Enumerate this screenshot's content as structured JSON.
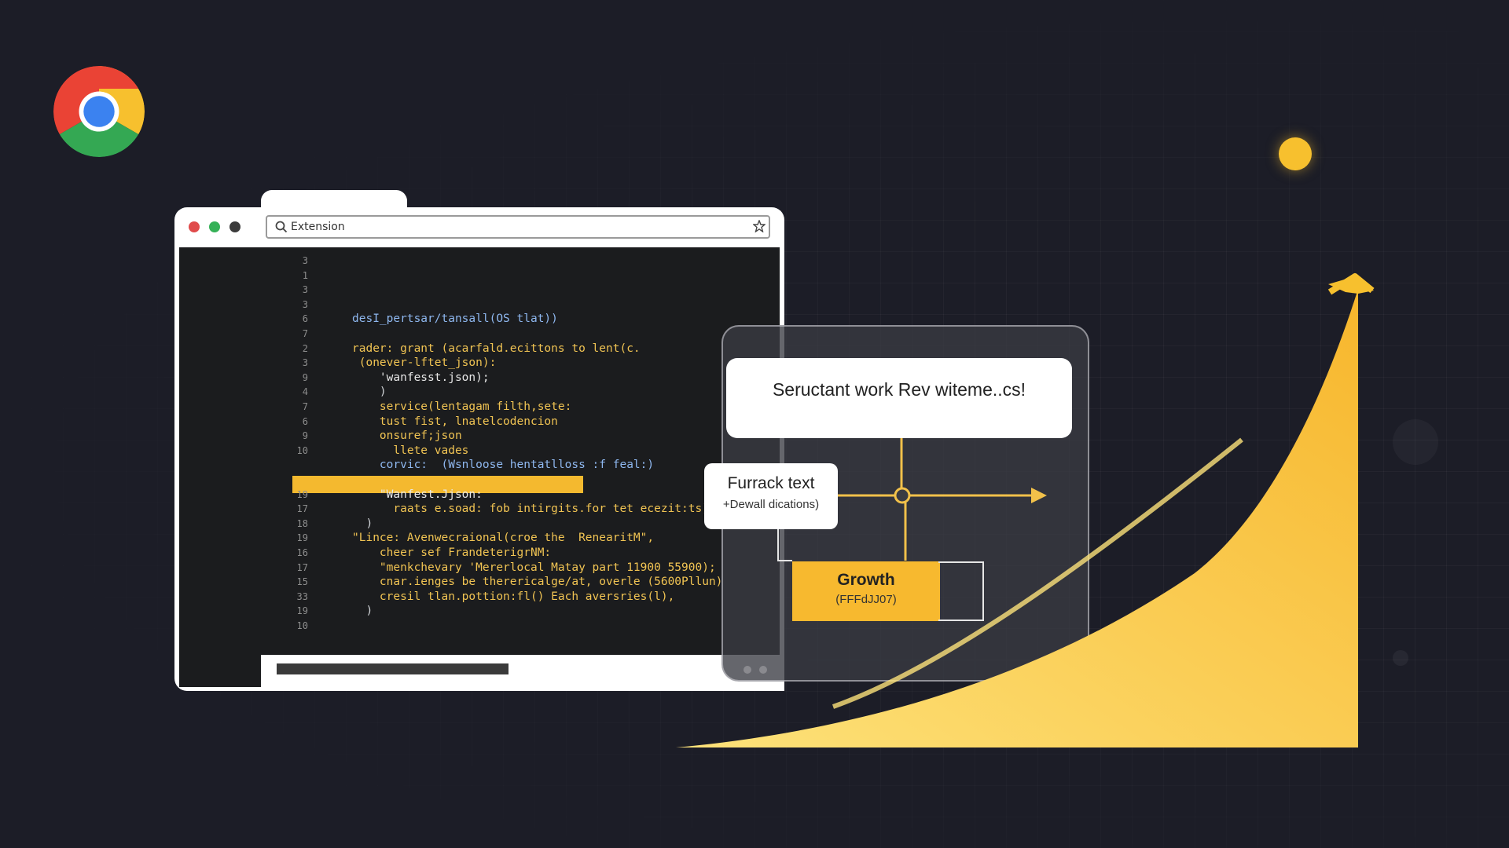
{
  "browser": {
    "address_text": "Extension"
  },
  "editor": {
    "lines": [
      {
        "num": "3",
        "text": "",
        "color": "#cfd2d6"
      },
      {
        "num": "1",
        "text": "",
        "color": "#cfd2d6"
      },
      {
        "num": "3",
        "text": "",
        "color": "#cfd2d6"
      },
      {
        "num": "3",
        "text": "",
        "color": "#cfd2d6"
      },
      {
        "num": "6",
        "text": "desI_pertsar/tansall(OS tlat))",
        "color": "#8fb8f0"
      },
      {
        "num": "7",
        "text": "",
        "color": "#cfd2d6"
      },
      {
        "num": "2",
        "text": "rader: grant (acarfald.ecittons to lent(c.",
        "color": "#f1c453"
      },
      {
        "num": "3",
        "text": " (onever-lftet_json):",
        "color": "#f1c453"
      },
      {
        "num": "9",
        "text": "    'wanfesst.json);",
        "color": "#e8e8e8"
      },
      {
        "num": "4",
        "text": "    )",
        "color": "#cfd2d6"
      },
      {
        "num": "7",
        "text": "    service(lentagam filth,sete:",
        "color": "#f1c453"
      },
      {
        "num": "6",
        "text": "    tust fist, lnatelcodencion",
        "color": "#f1c453"
      },
      {
        "num": "9",
        "text": "    onsuref;json",
        "color": "#f1c453"
      },
      {
        "num": "10",
        "text": "      llete vades",
        "color": "#f1c453"
      },
      {
        "num": "",
        "text": "    corvic:  (Wsnloose hentatlloss :f feal:)",
        "color": "#8fb8f0"
      },
      {
        "num": "",
        "text": "",
        "color": "#cfd2d6"
      },
      {
        "num": "19",
        "text": "    \"Wanfest.Jjson:",
        "color": "#e8e8e8"
      },
      {
        "num": "17",
        "text": "      raats e.soad: fob intirgits.for tet ecezit:ts),",
        "color": "#f1c453"
      },
      {
        "num": "18",
        "text": "  )",
        "color": "#cfd2d6"
      },
      {
        "num": "19",
        "text": "\"Lince: Avenwecraional(croe the  RenearitM\",",
        "color": "#f1c453"
      },
      {
        "num": "16",
        "text": "    cheer sef FrandeterigrNM:",
        "color": "#f1c453"
      },
      {
        "num": "17",
        "text": "    \"menkchevary 'Mererlocal Matay part 11900 55900);",
        "color": "#f1c453"
      },
      {
        "num": "15",
        "text": "    cnar.ienges be therericalge/at, overle (5600Pllun)",
        "color": "#f1c453"
      },
      {
        "num": "33",
        "text": "    cresil tlan.pottion:fl() Each aversries(l),",
        "color": "#f1c453"
      },
      {
        "num": "19",
        "text": "  )",
        "color": "#cfd2d6"
      },
      {
        "num": "10",
        "text": "",
        "color": "#cfd2d6"
      }
    ]
  },
  "flow": {
    "main_callout": "Seructant work Rev witeme..cs!",
    "side_title": "Furrack text",
    "side_sub": "+Dewall dications)",
    "growth_title": "Growth",
    "growth_sub": "(FFFdJJ07)"
  },
  "colors": {
    "accent_yellow": "#f7b92f",
    "background": "#1c1d27"
  },
  "icons": [
    "chrome-logo-icon",
    "search-icon",
    "star-bookmark-icon",
    "growth-arrow-icon"
  ]
}
